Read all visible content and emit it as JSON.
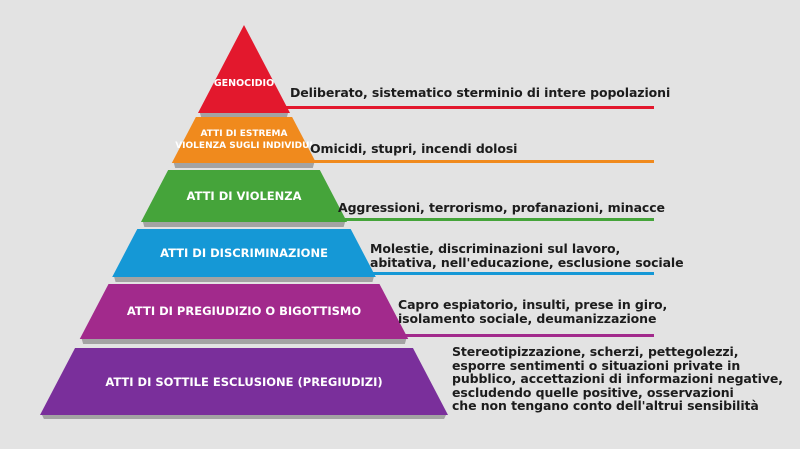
{
  "background": "#e3e3e3",
  "pyramid": [
    {
      "id": "genocidio",
      "label_lines": [
        "GENOCIDIO"
      ],
      "color": "#e3182d",
      "description_lines": [
        "Deliberato, sistematico sterminio di intere popolazioni"
      ]
    },
    {
      "id": "estrema-violenza",
      "label_lines": [
        "ATTI DI ESTREMA",
        "VIOLENZA SUGLI INDIVIDUI"
      ],
      "color": "#f08a1d",
      "description_lines": [
        "Omicidi, stupri, incendi dolosi"
      ]
    },
    {
      "id": "violenza",
      "label_lines": [
        "ATTI DI VIOLENZA"
      ],
      "color": "#45a43a",
      "description_lines": [
        "Aggressioni, terrorismo, profanazioni, minacce"
      ]
    },
    {
      "id": "discriminazione",
      "label_lines": [
        "ATTI DI DISCRIMINAZIONE"
      ],
      "color": "#1598d6",
      "description_lines": [
        "Molestie, discriminazioni sul lavoro,",
        "abitativa, nell'educazione, esclusione sociale"
      ]
    },
    {
      "id": "pregiudizio",
      "label_lines": [
        "ATTI DI PREGIUDIZIO O BIGOTTISMO"
      ],
      "color": "#a22a8c",
      "description_lines": [
        "Capro espiatorio, insulti, prese in giro,",
        "isolamento sociale, deumanizzazione"
      ]
    },
    {
      "id": "sottile-esclusione",
      "label_lines": [
        "ATTI DI SOTTILE ESCLUSIONE (PREGIUDIZI)"
      ],
      "color": "#7a2f9b",
      "description_lines": [
        "Stereotipizzazione, scherzi, pettegolezzi,",
        "esporre sentimenti o situazioni private in",
        "pubblico, accettazioni di informazioni negative,",
        "escludendo quelle positive, osservazioni",
        "che non tengano conto dell'altrui sensibilità"
      ]
    }
  ]
}
